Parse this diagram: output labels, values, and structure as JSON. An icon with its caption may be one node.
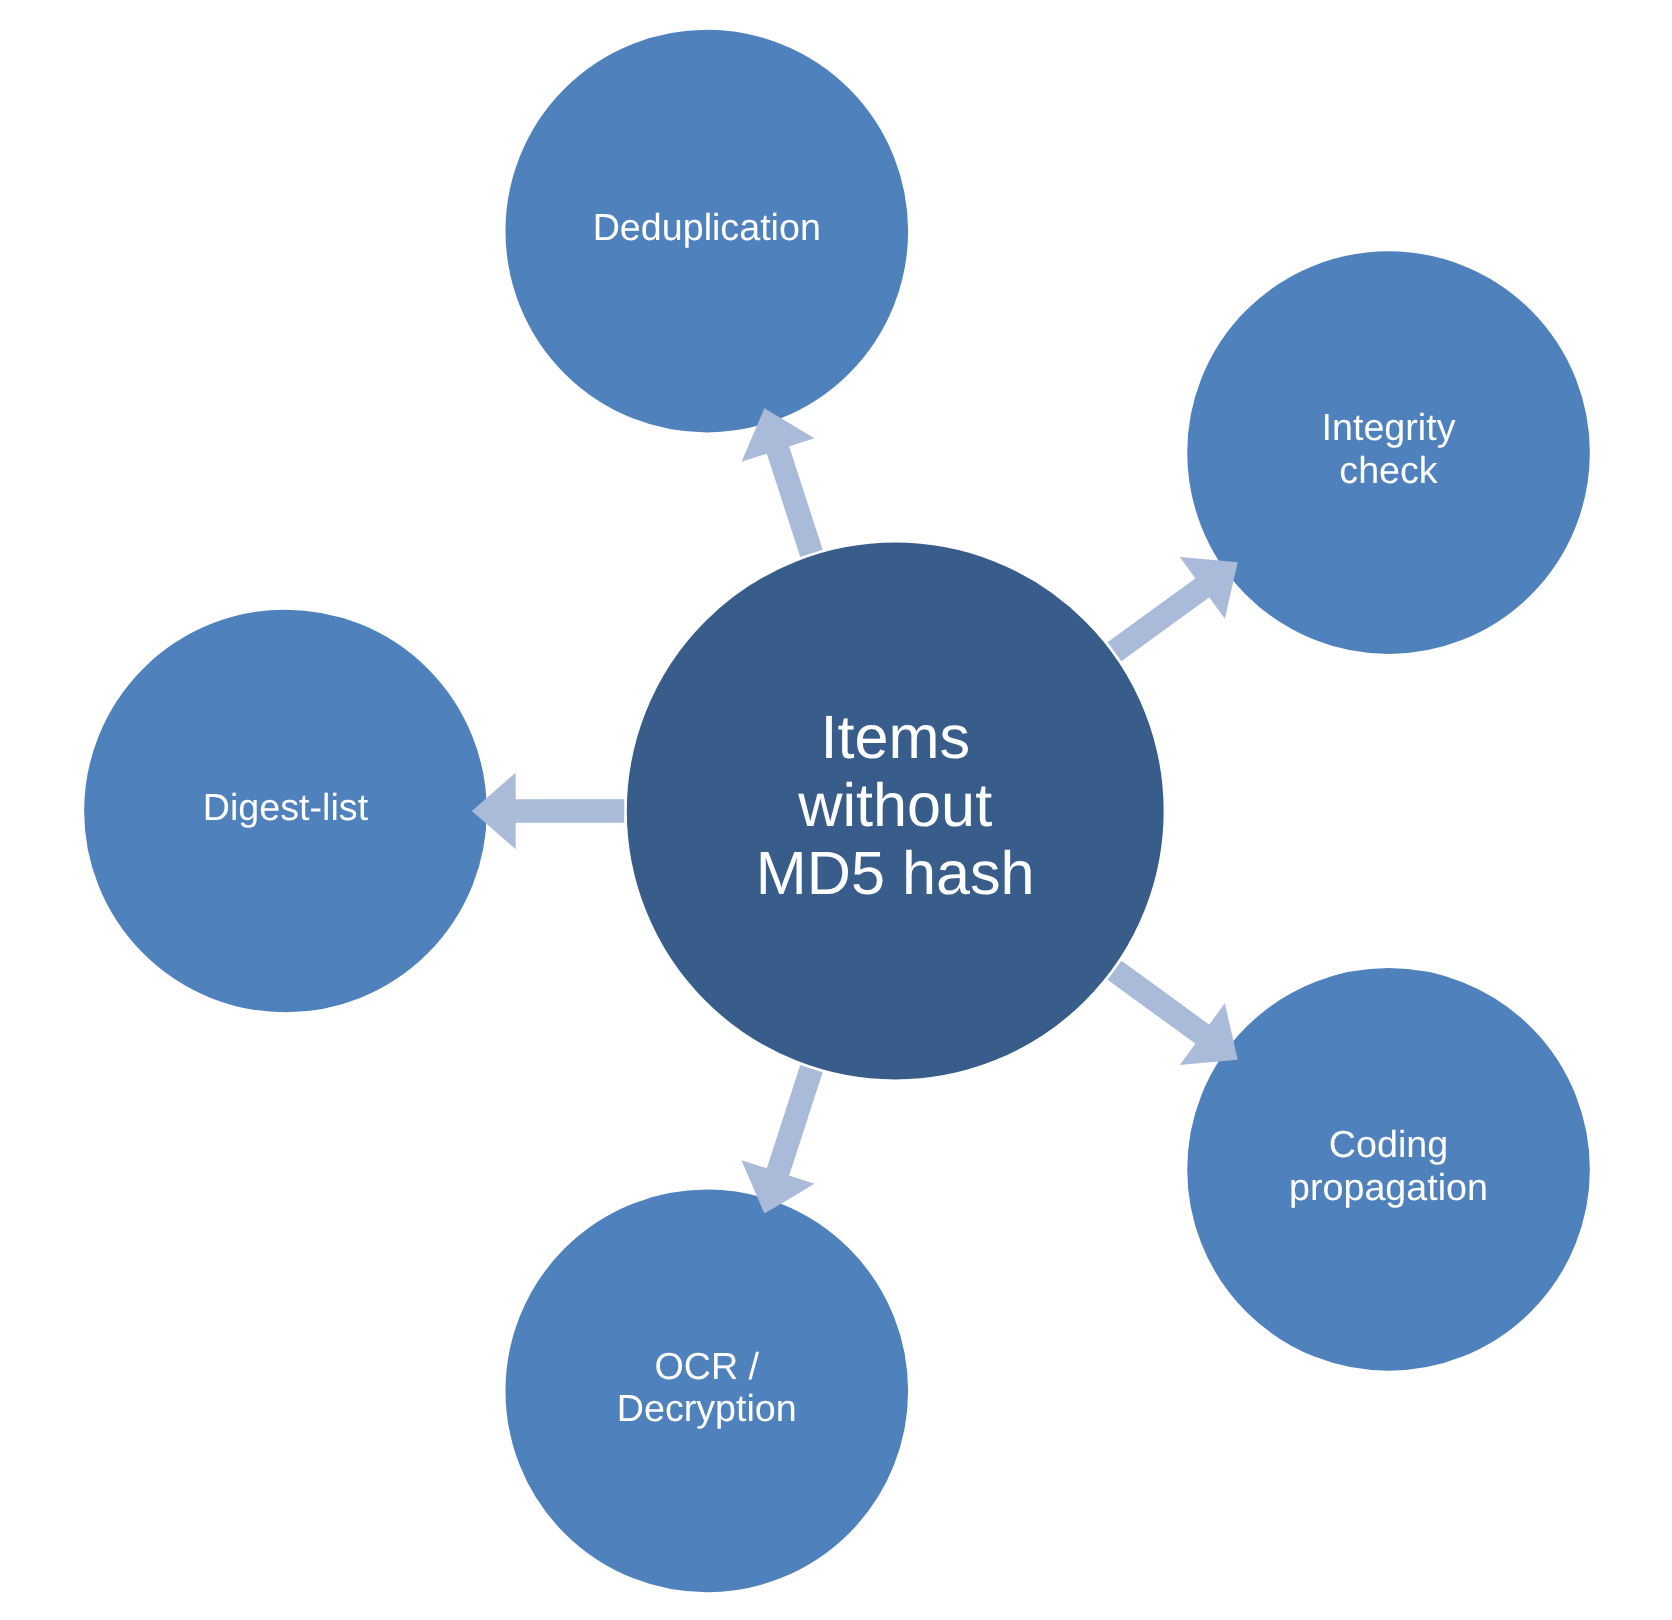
{
  "diagram": {
    "nodes": [
      {
        "text": [
          "Items without MD5 hash"
        ]
      },
      {
        "text": [
          "Integrity check"
        ]
      },
      {
        "text": [
          "Deduplication"
        ]
      },
      {
        "text": [
          "Digest-list"
        ]
      },
      {
        "text": [
          "OCR / Decryption"
        ]
      },
      {
        "text": [
          "Coding propagation"
        ]
      }
    ],
    "edges": [
      {
        "from": 0,
        "to": 1,
        "arrow": "to"
      },
      {
        "from": 0,
        "to": 2,
        "arrow": "to"
      },
      {
        "from": 0,
        "to": 3,
        "arrow": "to"
      },
      {
        "from": 0,
        "to": 4,
        "arrow": "to"
      },
      {
        "from": 0,
        "to": 5,
        "arrow": "to"
      }
    ]
  }
}
